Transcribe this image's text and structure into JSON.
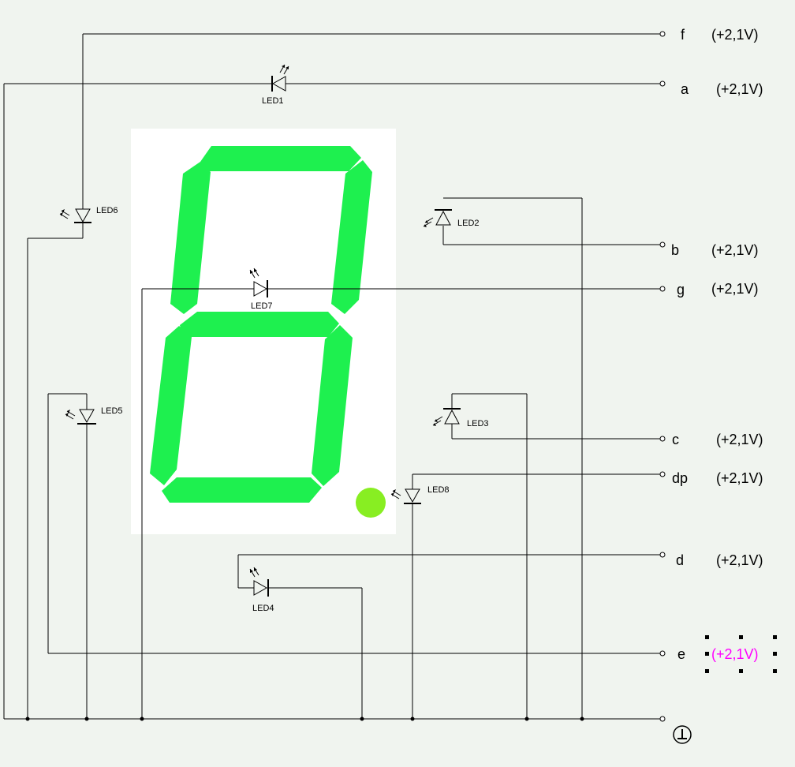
{
  "led_labels": {
    "led1": "LED1",
    "led2": "LED2",
    "led3": "LED3",
    "led4": "LED4",
    "led5": "LED5",
    "led6": "LED6",
    "led7": "LED7",
    "led8": "LED8"
  },
  "pins": {
    "f": {
      "name": "f",
      "voltage": "(+2,1V)"
    },
    "a": {
      "name": "a",
      "voltage": "(+2,1V)"
    },
    "b": {
      "name": "b",
      "voltage": "(+2,1V)"
    },
    "g": {
      "name": "g",
      "voltage": "(+2,1V)"
    },
    "c": {
      "name": "c",
      "voltage": "(+2,1V)"
    },
    "dp": {
      "name": "dp",
      "voltage": "(+2,1V)"
    },
    "d": {
      "name": "d",
      "voltage": "(+2,1V)"
    },
    "e": {
      "name": "e",
      "voltage": "(+2,1V)",
      "selected": true
    }
  },
  "colors": {
    "background": "#f0f4ef",
    "segment_on": "#1ef04f",
    "decimal_point": "#88ee22",
    "display_panel": "#ffffff",
    "selected_text": "#ff00ff"
  },
  "icons": {
    "ground": "ground-symbol",
    "led": "led-diode-symbol"
  }
}
